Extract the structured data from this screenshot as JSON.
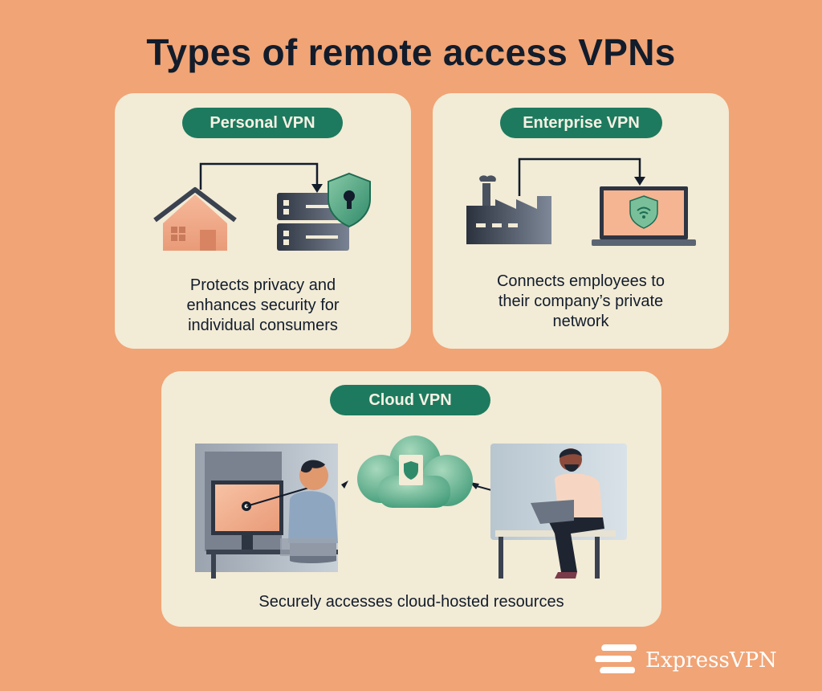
{
  "title": "Types of remote access VPNs",
  "cards": {
    "personal": {
      "label": "Personal VPN",
      "description": [
        "Protects privacy and",
        "enhances security for",
        "individual consumers"
      ]
    },
    "enterprise": {
      "label": "Enterprise VPN",
      "description": [
        "Connects employees to",
        "their company’s private",
        "network"
      ]
    },
    "cloud": {
      "label": "Cloud VPN",
      "description": [
        "Securely accesses cloud-hosted resources"
      ]
    }
  },
  "brand": {
    "name": "ExpressVPN"
  },
  "colors": {
    "background": "#f1a475",
    "card": "#f2ebd6",
    "pill": "#1d7a5e",
    "text": "#121c2b"
  },
  "icons": [
    "house-icon",
    "server-icon",
    "shield-lock-icon",
    "factory-icon",
    "laptop-wifi-shield-icon",
    "cloud-shield-icon",
    "desktop-user-icon",
    "laptop-user-icon",
    "expressvpn-logo-icon"
  ]
}
